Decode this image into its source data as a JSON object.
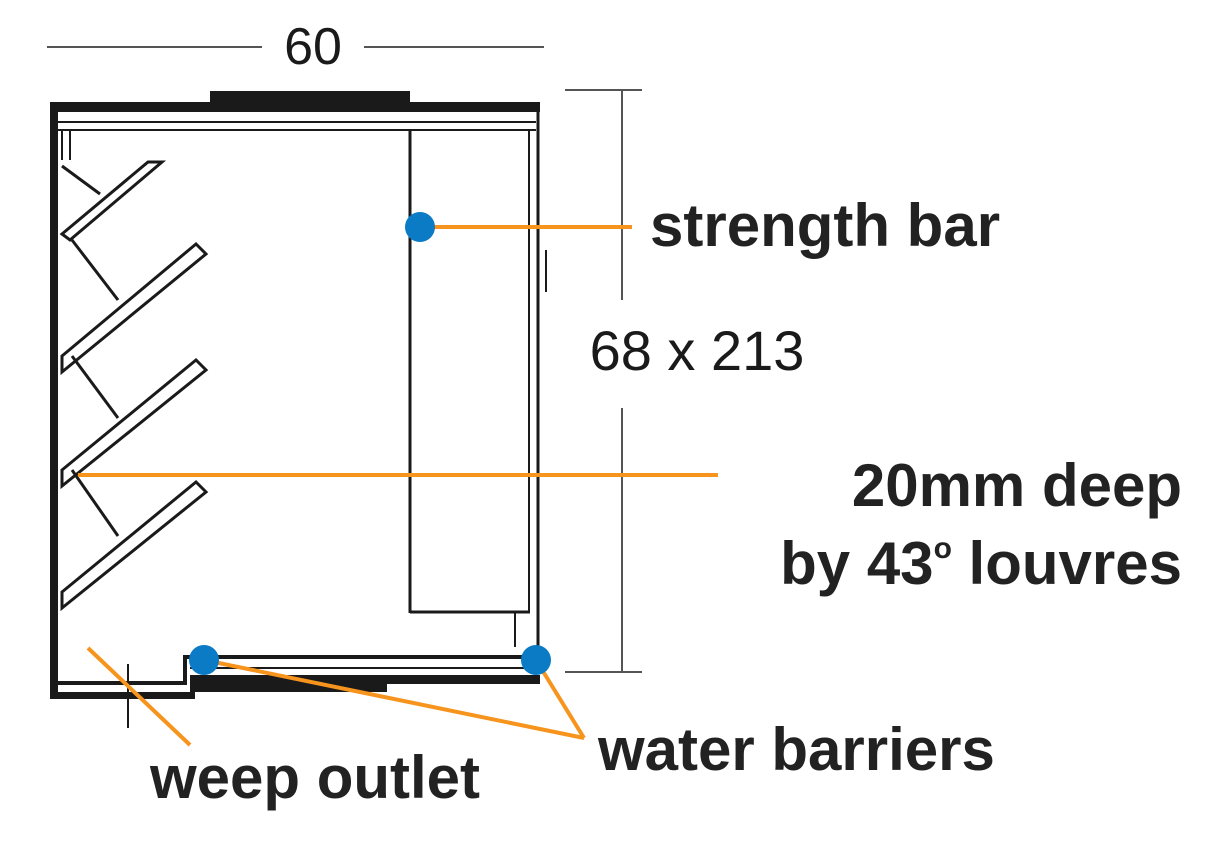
{
  "dimensions": {
    "width_label": "60",
    "height_label": "68 x 213"
  },
  "callouts": {
    "strength_bar": "strength bar",
    "louvre_line1": "20mm deep",
    "louvre_line2": "by 43",
    "louvre_degree": "o",
    "louvre_line2_end": " louvres",
    "weep_outlet": "weep outlet",
    "water_barriers": "water barriers"
  },
  "colors": {
    "leader": "#f7941d",
    "marker": "#0a7bc4",
    "outline": "#1a1a1a",
    "dimension": "#555555"
  }
}
